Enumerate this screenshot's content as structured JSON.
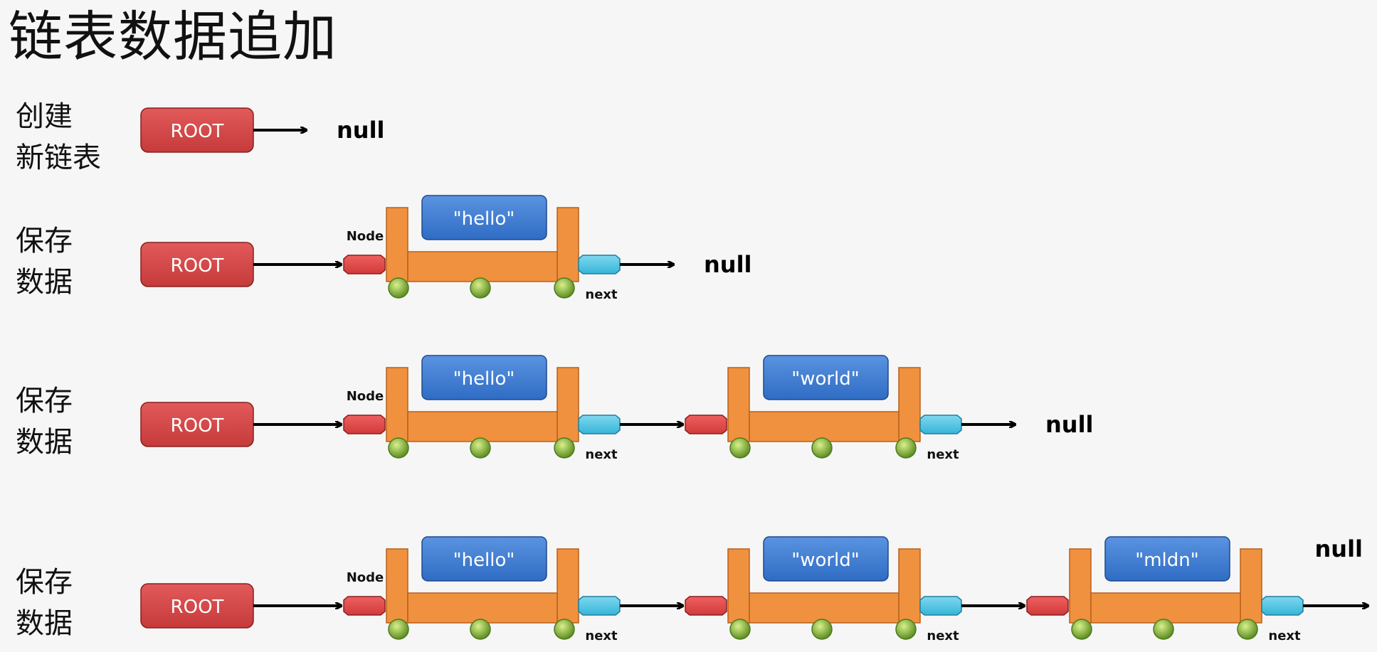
{
  "title": "链表数据追加",
  "root_label": "ROOT",
  "null_label": "null",
  "node_label": "Node",
  "next_label": "next",
  "rows": [
    {
      "label_line1": "创建",
      "label_line2": "新链表",
      "nodes": []
    },
    {
      "label_line1": "保存",
      "label_line2": "数据",
      "nodes": [
        "\"hello\""
      ]
    },
    {
      "label_line1": "保存",
      "label_line2": "数据",
      "nodes": [
        "\"hello\"",
        "\"world\""
      ]
    },
    {
      "label_line1": "保存",
      "label_line2": "数据",
      "nodes": [
        "\"hello\"",
        "\"world\"",
        "\"mldn\""
      ]
    }
  ],
  "colors": {
    "root": "#c63a3a",
    "node_frame": "#f0913f",
    "data_box": "#2f6cc4",
    "node_handle": "#d23a3a",
    "next_handle": "#36b5d8",
    "wheel": "#7fb23a",
    "arrow": "#000000"
  }
}
